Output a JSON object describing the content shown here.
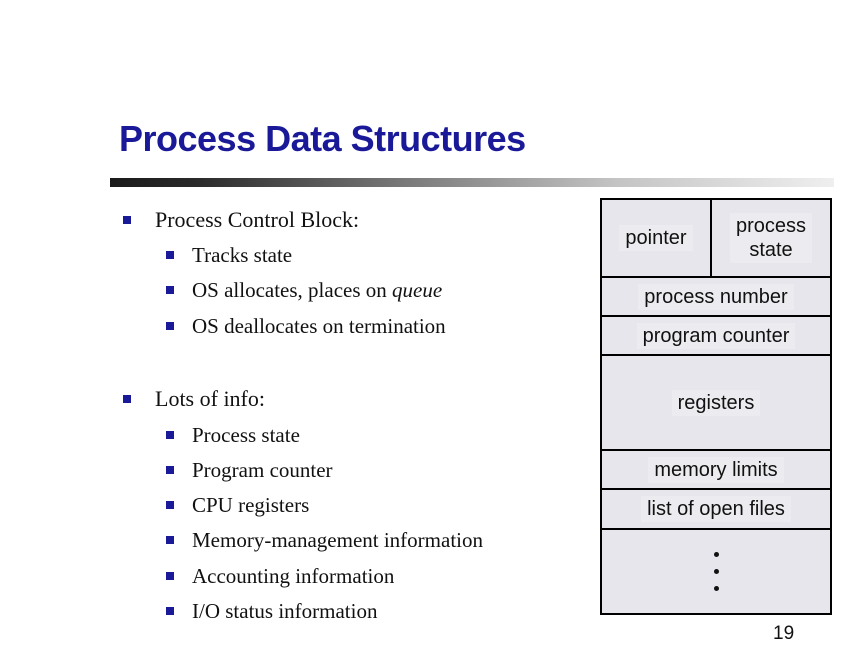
{
  "slide": {
    "title": "Process Data Structures",
    "page_number": "19"
  },
  "bullets": [
    {
      "text": "Process Control Block:",
      "level": 1,
      "children": [
        {
          "text": "Tracks state"
        },
        {
          "text_before": "OS allocates, places on ",
          "text_italic": "queue"
        },
        {
          "text": "OS deallocates on termination"
        }
      ]
    },
    {
      "text": "Lots of info:",
      "level": 1,
      "children": [
        {
          "text": "Process state"
        },
        {
          "text": "Program counter"
        },
        {
          "text": "CPU registers"
        },
        {
          "text": "Memory-management information"
        },
        {
          "text": "Accounting information"
        },
        {
          "text": "I/O status information"
        }
      ]
    }
  ],
  "pcb_diagram": {
    "fields": {
      "pointer": "pointer",
      "process_state_line1": "process",
      "process_state_line2": "state",
      "process_number": "process number",
      "program_counter": "program counter",
      "registers": "registers",
      "memory_limits": "memory limits",
      "open_files": "list of open files"
    }
  },
  "colors": {
    "title": "#1a1a99",
    "bullet": "#1a1a99",
    "cell_fill": "#e6e6ec"
  }
}
